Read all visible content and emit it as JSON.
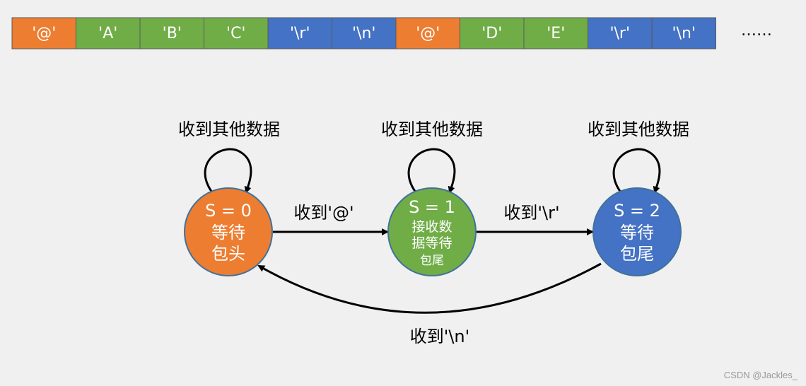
{
  "sequence": {
    "cells": [
      {
        "text": "'@'",
        "color": "#ED7D31"
      },
      {
        "text": "'A'",
        "color": "#70AD47"
      },
      {
        "text": "'B'",
        "color": "#70AD47"
      },
      {
        "text": "'C'",
        "color": "#70AD47"
      },
      {
        "text": "'\\r'",
        "color": "#4472C4"
      },
      {
        "text": "'\\n'",
        "color": "#4472C4"
      },
      {
        "text": "'@'",
        "color": "#ED7D31"
      },
      {
        "text": "'D'",
        "color": "#70AD47"
      },
      {
        "text": "'E'",
        "color": "#70AD47"
      },
      {
        "text": "'\\r'",
        "color": "#4472C4"
      },
      {
        "text": "'\\n'",
        "color": "#4472C4"
      }
    ],
    "ellipsis": "……"
  },
  "states": {
    "s0": {
      "title": "S = 0",
      "lines": [
        "等待",
        "包头"
      ],
      "color": "#ED7D31",
      "self_loop_label": "收到其他数据"
    },
    "s1": {
      "title": "S = 1",
      "lines": [
        "接收数",
        "据等待",
        "包尾"
      ],
      "color": "#70AD47",
      "self_loop_label": "收到其他数据"
    },
    "s2": {
      "title": "S = 2",
      "lines": [
        "等待",
        "包尾"
      ],
      "color": "#4472C4",
      "self_loop_label": "收到其他数据"
    }
  },
  "transitions": {
    "s0_to_s1": "收到'@'",
    "s1_to_s2": "收到'\\r'",
    "s2_to_s0": "收到'\\n'"
  },
  "watermark": "CSDN @Jackles_"
}
